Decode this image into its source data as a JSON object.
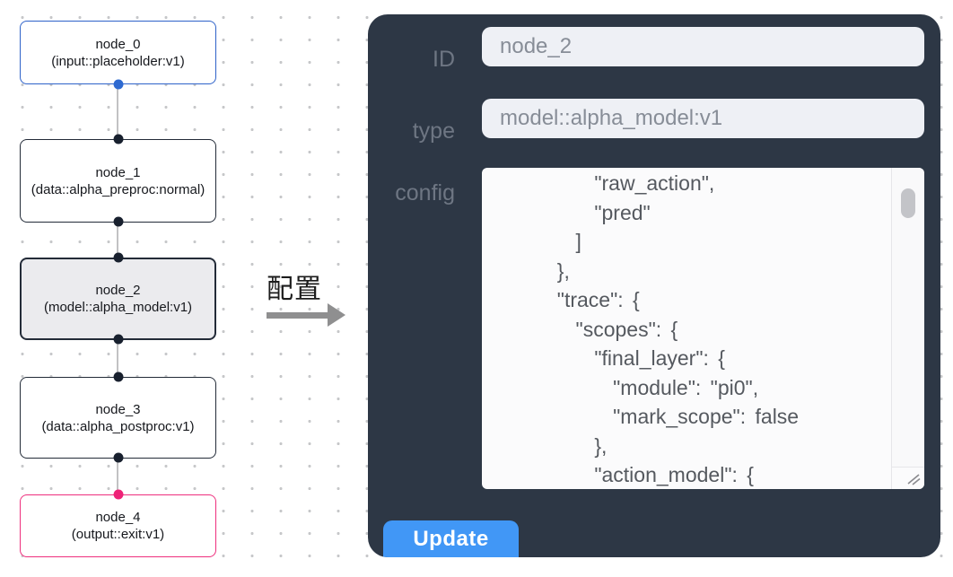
{
  "canvas": {
    "nodes": [
      {
        "id": "node_0",
        "title": "node_0",
        "subtitle": "(input::placeholder:v1)",
        "variant": "input"
      },
      {
        "id": "node_1",
        "title": "node_1",
        "subtitle": "(data::alpha_preproc:normal)",
        "variant": "default"
      },
      {
        "id": "node_2",
        "title": "node_2",
        "subtitle": "(model::alpha_model:v1)",
        "variant": "selected"
      },
      {
        "id": "node_3",
        "title": "node_3",
        "subtitle": "(data::alpha_postproc:v1)",
        "variant": "default"
      },
      {
        "id": "node_4",
        "title": "node_4",
        "subtitle": "(output::exit:v1)",
        "variant": "output"
      }
    ]
  },
  "annotation": {
    "label": "配置",
    "arrow_icon": "arrow-right"
  },
  "panel": {
    "fields": [
      {
        "label": "ID",
        "value": "node_2"
      },
      {
        "label": "type",
        "value": "model::alpha_model:v1"
      }
    ],
    "config_label": "config",
    "config_text": "      \"raw_action\",\n      \"pred\"\n    ]\n  },\n  \"trace\": {\n    \"scopes\": {\n      \"final_layer\": {\n        \"module\": \"pi0\",\n        \"mark_scope\": false\n      },\n      \"action_model\": {",
    "update_label": "Update"
  },
  "colors": {
    "panel_bg": "#2d3745",
    "button_blue": "#4197f6",
    "input_node_border": "#2e62c9",
    "output_node_border": "#ee2f7d",
    "default_node_border": "#232b38",
    "selected_node_bg": "#ebebee",
    "input_bg": "#eef0f5",
    "arrow_gray": "#8f8f90"
  }
}
